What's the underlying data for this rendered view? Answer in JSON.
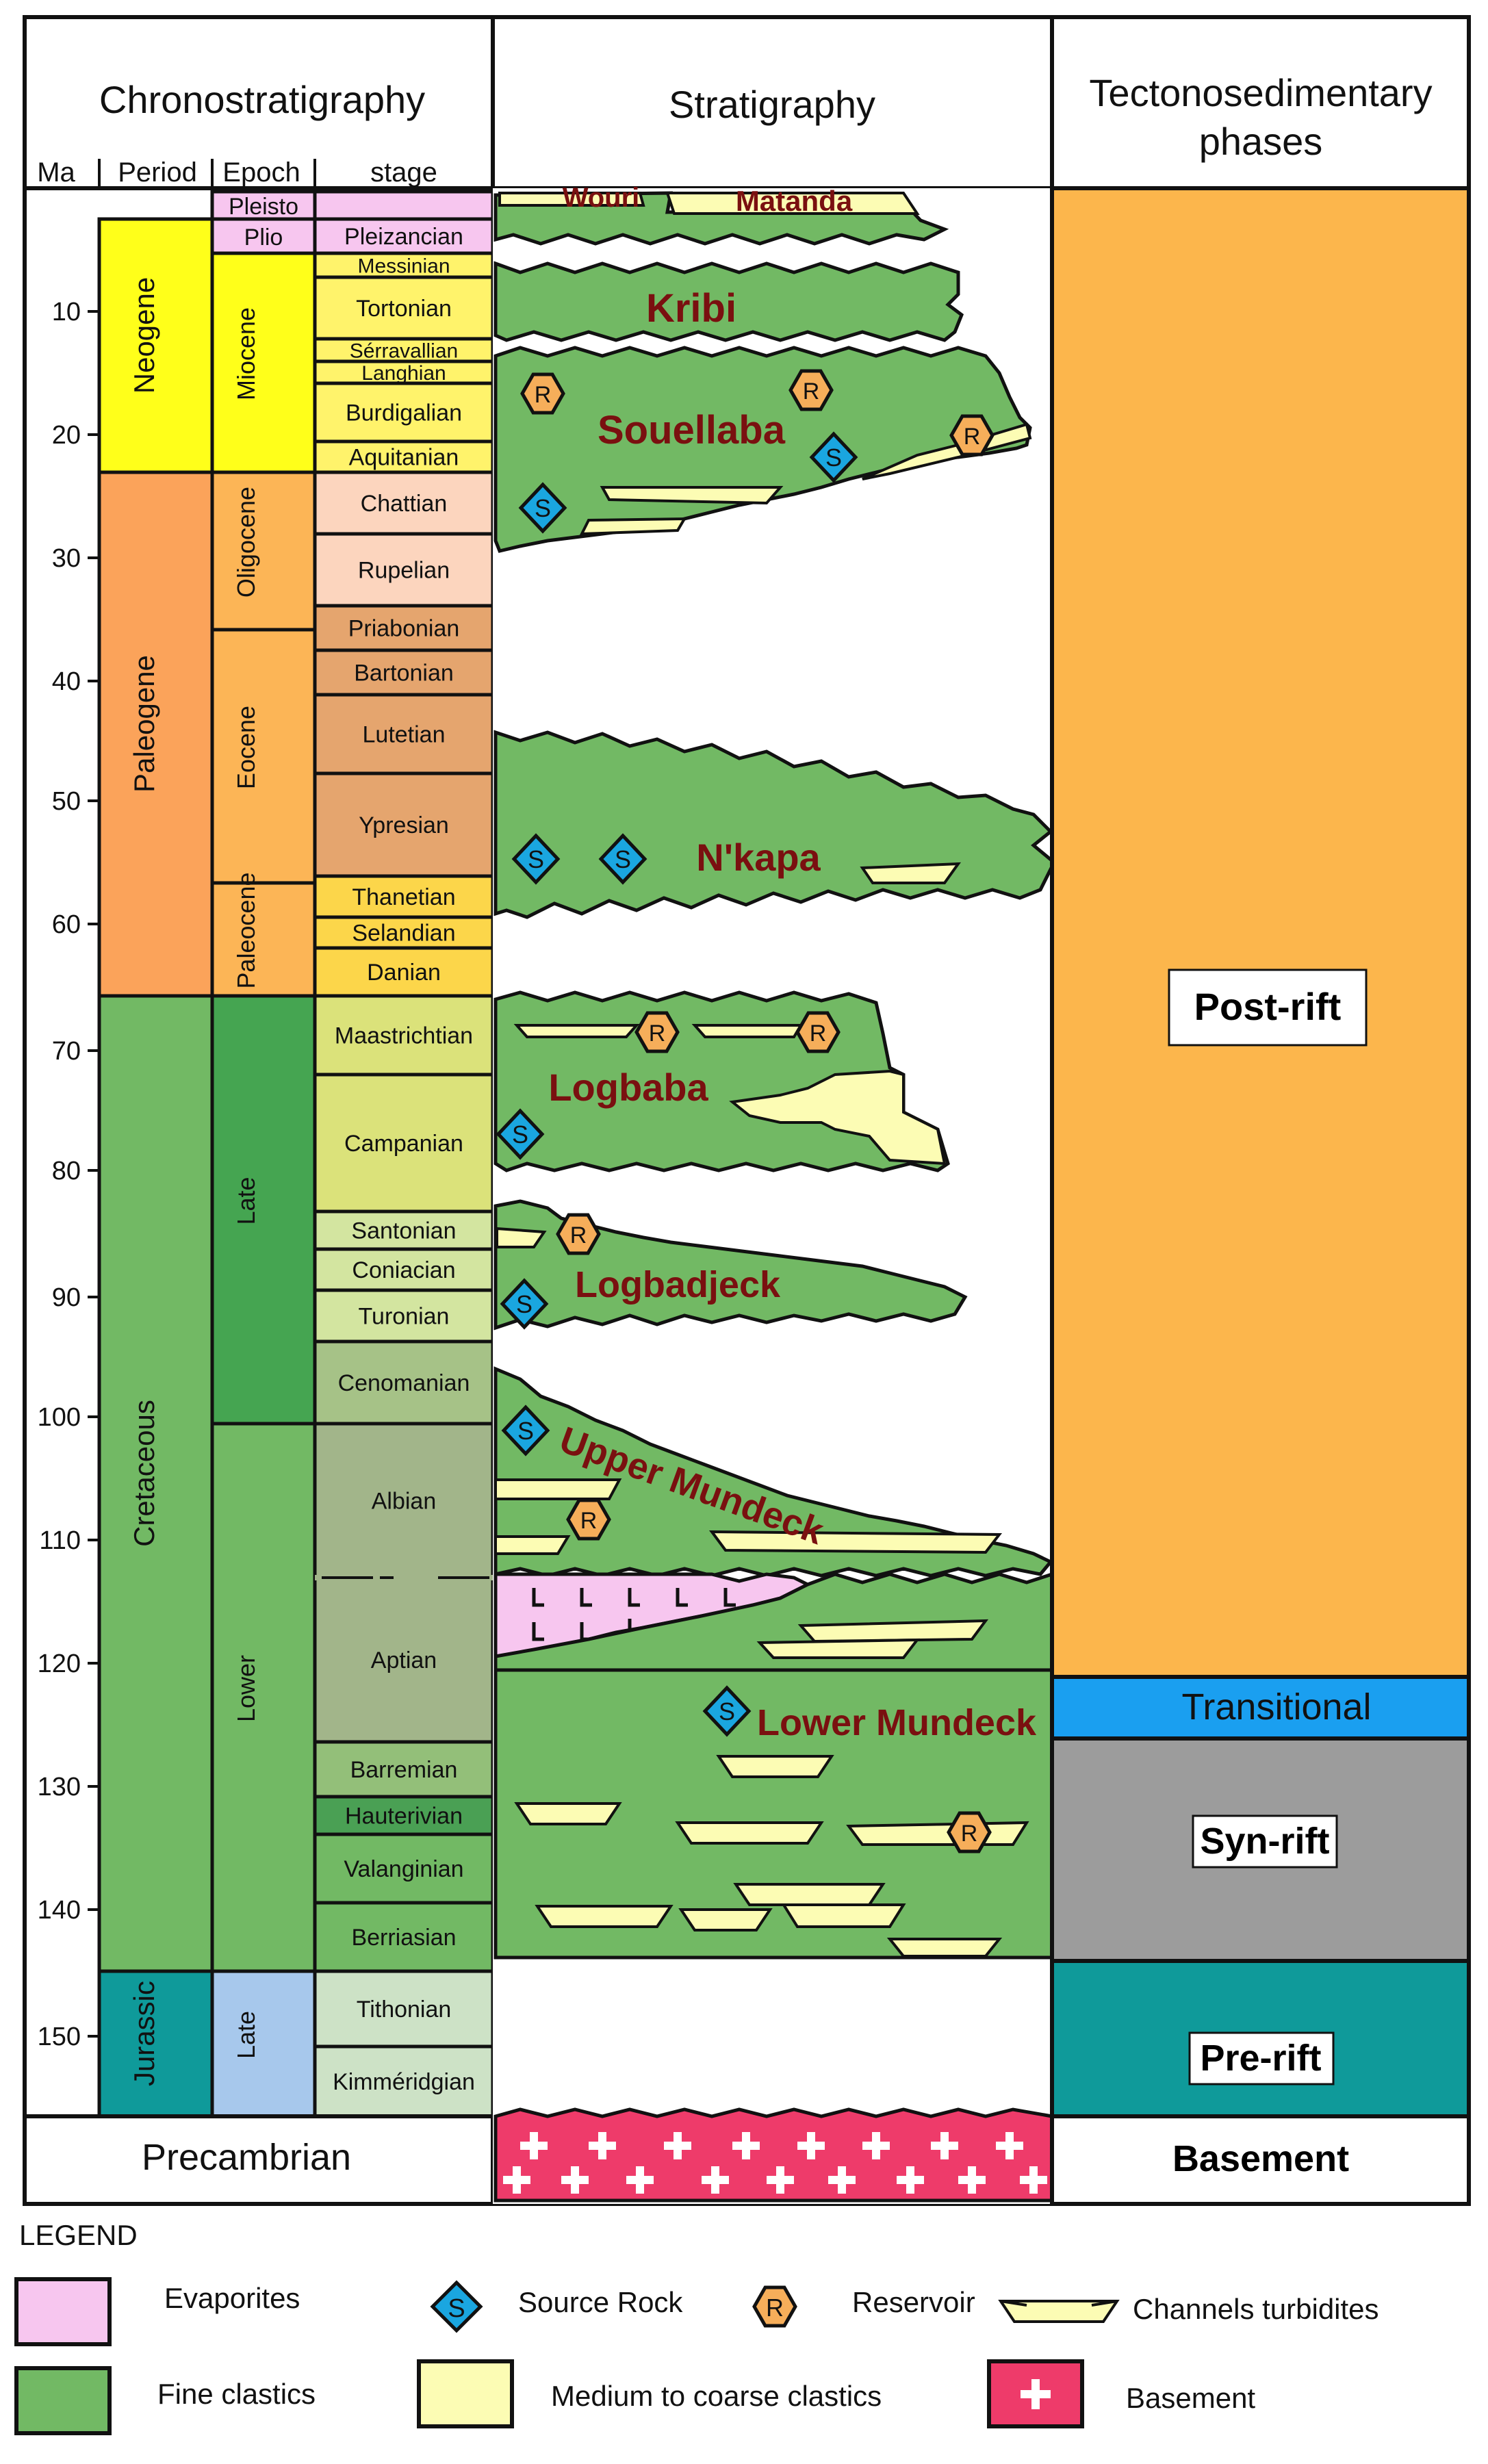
{
  "headers": {
    "chronostratigraphy": "Chronostratigraphy",
    "stratigraphy": "Stratigraphy",
    "tectono_line1": "Tectonosedimentary",
    "tectono_line2": "phases",
    "ma": "Ma",
    "period": "Period",
    "epoch": "Epoch",
    "stage": "stage"
  },
  "age_ticks": [
    "10",
    "20",
    "30",
    "40",
    "50",
    "60",
    "70",
    "80",
    "90",
    "100",
    "110",
    "120",
    "130",
    "140",
    "150"
  ],
  "periods": [
    {
      "label": "Neogene",
      "color": "#ffff1a"
    },
    {
      "label": "Paleogene",
      "color": "#fba35a"
    },
    {
      "label": "Cretaceous",
      "color": "#72b964"
    },
    {
      "label": "Jurassic",
      "color": "#0f9a9a"
    }
  ],
  "epochs": [
    {
      "label": "Pleisto",
      "color": "#f7c6ef"
    },
    {
      "label": "Plio",
      "color": "#f7c6ef"
    },
    {
      "label": "Miocene",
      "color": "#ffff1a"
    },
    {
      "label": "Oligocene",
      "color": "#fcb556"
    },
    {
      "label": "Eocene",
      "color": "#fcb556"
    },
    {
      "label": "Paleocene",
      "color": "#fcb556"
    },
    {
      "label": "Late",
      "color": "#45a551"
    },
    {
      "label": "Lower",
      "color": "#72b964"
    },
    {
      "label": "Late",
      "color": "#a7c8ec"
    }
  ],
  "stages": [
    {
      "label": "",
      "color": "#f7c6ef"
    },
    {
      "label": "Pleizancian",
      "color": "#f7c6ef"
    },
    {
      "label": "Messinian",
      "color": "#fff36b"
    },
    {
      "label": "Tortonian",
      "color": "#fff36b"
    },
    {
      "label": "Sérravallian",
      "color": "#fff36b"
    },
    {
      "label": "Langhian",
      "color": "#fff36b"
    },
    {
      "label": "Burdigalian",
      "color": "#fff36b"
    },
    {
      "label": "Aquitanian",
      "color": "#fff36b"
    },
    {
      "label": "Chattian",
      "color": "#fcd5be"
    },
    {
      "label": "Rupelian",
      "color": "#fcd5be"
    },
    {
      "label": "Priabonian",
      "color": "#e5a56e"
    },
    {
      "label": "Bartonian",
      "color": "#e5a56e"
    },
    {
      "label": "Lutetian",
      "color": "#e5a56e"
    },
    {
      "label": "Ypresian",
      "color": "#e5a56e"
    },
    {
      "label": "Thanetian",
      "color": "#fcd64a"
    },
    {
      "label": "Selandian",
      "color": "#fcd64a"
    },
    {
      "label": "Danian",
      "color": "#fcd64a"
    },
    {
      "label": "Maastrichtian",
      "color": "#dbe27a"
    },
    {
      "label": "Campanian",
      "color": "#dbe27a"
    },
    {
      "label": "Santonian",
      "color": "#d3e5a0"
    },
    {
      "label": "Coniacian",
      "color": "#d3e5a0"
    },
    {
      "label": "Turonian",
      "color": "#d3e5a0"
    },
    {
      "label": "Cenomanian",
      "color": "#a6c287"
    },
    {
      "label": "Albian",
      "color": "#a2b58a"
    },
    {
      "label": "Aptian",
      "color": "#a2b58a"
    },
    {
      "label": "Barremian",
      "color": "#93bf79"
    },
    {
      "label": "Hauterivian",
      "color": "#4aa054"
    },
    {
      "label": "Valanginian",
      "color": "#72b964"
    },
    {
      "label": "Berriasian",
      "color": "#72b964"
    },
    {
      "label": "Tithonian",
      "color": "#cde2c6"
    },
    {
      "label": "Kimméridgian",
      "color": "#cde2c6"
    }
  ],
  "precambrian": "Precambrian",
  "formations": [
    "Wouri",
    "Matanda",
    "Kribi",
    "Souellaba",
    "N'kapa",
    "Logbaba",
    "Logbadjeck",
    "Upper Mundeck",
    "Lower Mundeck"
  ],
  "symbols": {
    "source": "S",
    "reservoir": "R"
  },
  "phases": [
    {
      "label": "Post-rift",
      "color": "#fcb64c"
    },
    {
      "label": "Transitional",
      "color": "#1a9ff0"
    },
    {
      "label": "Syn-rift",
      "color": "#9c9c9c"
    },
    {
      "label": "Pre-rift",
      "color": "#0f9a9a"
    },
    {
      "label": "Basement",
      "color": "#ffffff"
    }
  ],
  "legend": {
    "title": "LEGEND",
    "evaporites": "Evaporites",
    "fine_clastics": "Fine clastics",
    "source_rock": "Source Rock",
    "medium_coarse": "Medium to coarse clastics",
    "reservoir": "Reservoir",
    "basement": "Basement",
    "channels": "Channels turbidites"
  },
  "colors": {
    "fine_clastics": "#72b964",
    "coarse_clastics": "#fcfcb4",
    "evaporites": "#f7c6ef",
    "basement": "#ee3b6a",
    "source": "#1aa6e0",
    "reservoir": "#f6ae5a",
    "formation_text": "#7a1010"
  }
}
